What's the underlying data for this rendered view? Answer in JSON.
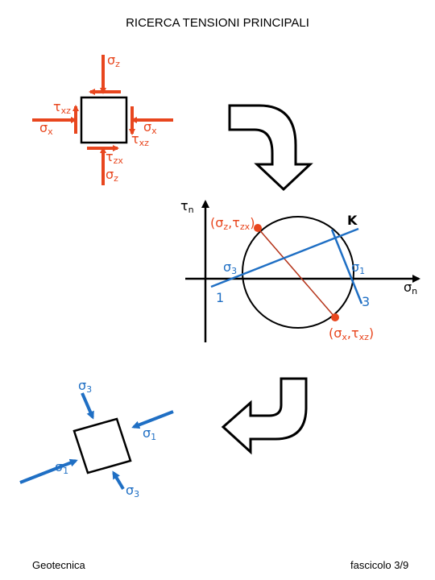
{
  "title": "RICERCA TENSIONI PRINCIPALI",
  "footer": {
    "left": "Geotecnica",
    "right": "fascicolo 3/9"
  },
  "colors": {
    "stress_red": "#e8461e",
    "principal_blue": "#1f6fc4",
    "line_black": "#000000"
  },
  "labels": {
    "sigma": "σ",
    "tau": "τ",
    "sub_z": "z",
    "sub_x": "x",
    "sub_xz": "xz",
    "sub_zx": "zx",
    "sub_n": "n",
    "sub_1": "1",
    "sub_3": "3",
    "point_z_open": "(σ",
    "point_z_sep": ",τ",
    "point_x_open": "(σ",
    "point_x_sep": ",τ",
    "close_paren": ")",
    "k": "K",
    "num_1": "1",
    "num_3": "3"
  }
}
